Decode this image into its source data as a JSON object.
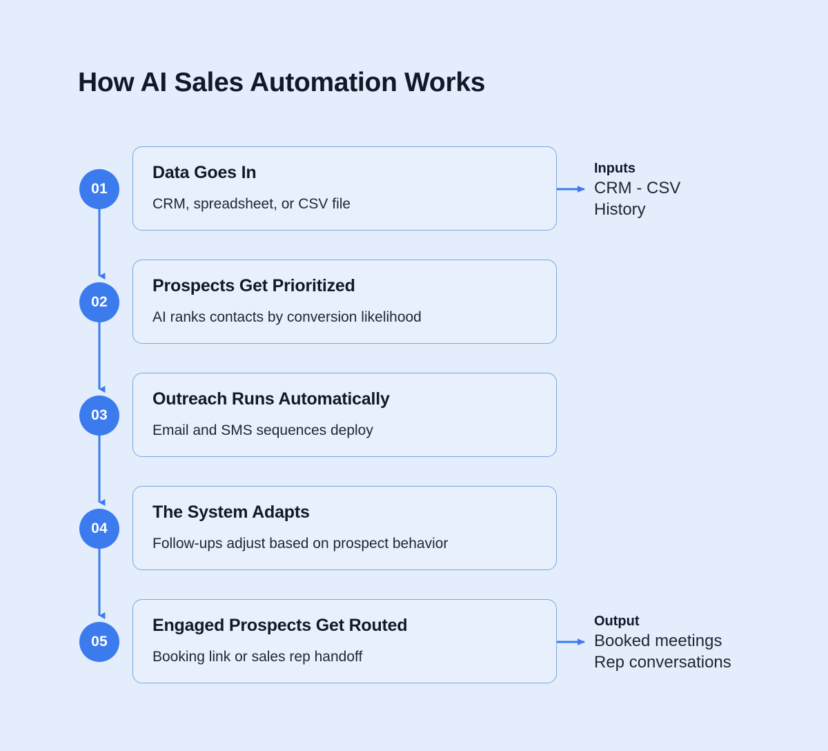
{
  "page": {
    "title": "How AI Sales Automation Works",
    "background_color": "#e3edfb",
    "accent_color": "#3b7bed",
    "card_background": "#e8f0fd",
    "card_border_color": "#7ba7dd",
    "text_color": "#111827"
  },
  "steps": [
    {
      "number": "01",
      "title": "Data Goes In",
      "description": "CRM, spreadsheet, or CSV file"
    },
    {
      "number": "02",
      "title": "Prospects Get Prioritized",
      "description": "AI ranks contacts by conversion likelihood"
    },
    {
      "number": "03",
      "title": "Outreach Runs Automatically",
      "description": "Email and SMS sequences deploy"
    },
    {
      "number": "04",
      "title": "The System Adapts",
      "description": "Follow-ups adjust based on prospect behavior"
    },
    {
      "number": "05",
      "title": "Engaged Prospects Get Routed",
      "description": "Booking link or sales rep handoff"
    }
  ],
  "annotations": [
    {
      "id": "inputs",
      "title": "Inputs",
      "line1": "CRM - CSV",
      "line2": "History",
      "arrow_icon": "arrow-right-icon",
      "from_step": "01"
    },
    {
      "id": "output",
      "title": "Output",
      "line1": "Booked meetings",
      "line2": "Rep conversations",
      "arrow_icon": "arrow-right-icon",
      "from_step": "05"
    }
  ],
  "connectors": {
    "icon": "arrow-down-icon",
    "color": "#3b7bed",
    "count": 4
  }
}
